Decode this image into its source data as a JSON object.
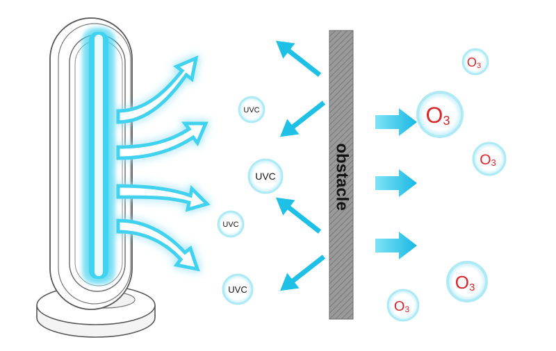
{
  "obstacle": {
    "label": "obstacle",
    "fill": "#8c8c8c"
  },
  "colors": {
    "uv_glow": "#3fd2ef",
    "uv_core": "#e9fbff",
    "arrow": "#1ec0e6",
    "ozone_text": "#d8262b",
    "uvc_text": "#111111",
    "bubble_glow": "#aeeaf5"
  },
  "lamp": {
    "icon": "uv-lamp-icon"
  },
  "uvc_bubbles": [
    {
      "label": "UVC"
    },
    {
      "label": "UVC"
    },
    {
      "label": "UVC"
    },
    {
      "label": "UVC"
    }
  ],
  "ozone_bubbles": [
    {
      "symbol": "O",
      "subscript": "3"
    },
    {
      "symbol": "O",
      "subscript": "3"
    },
    {
      "symbol": "O",
      "subscript": "3"
    },
    {
      "symbol": "O",
      "subscript": "3"
    },
    {
      "symbol": "O",
      "subscript": "3"
    }
  ]
}
